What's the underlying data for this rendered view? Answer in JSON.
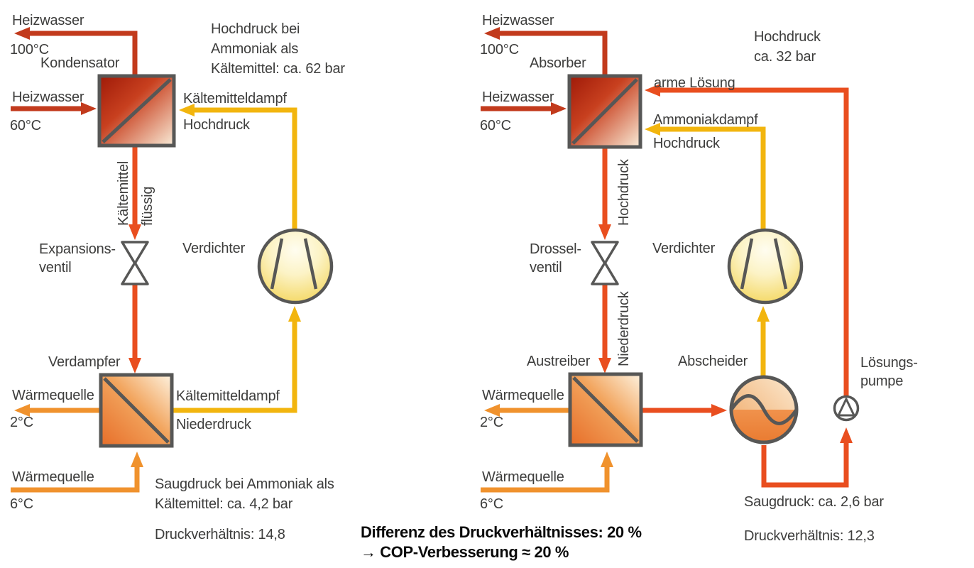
{
  "colors": {
    "heating_water_red": "#c23a1c",
    "refrigerant_red_orange": "#e94e1f",
    "heat_source_orange": "#f0922d",
    "vapor_yellow": "#f2b50e",
    "symbol_gray": "#575756",
    "text_gray": "#3d3d3c"
  },
  "left": {
    "hw_out_label": "Heizwasser",
    "hw_out_temp": "100°C",
    "condenser": "Kondensator",
    "hw_in_label": "Heizwasser",
    "hw_in_temp": "60°C",
    "hp_note_l1": "Hochdruck bei",
    "hp_note_l2": "Ammoniak als",
    "hp_note_l3": "Kältemittel: ca. 62 bar",
    "vapor_hp_l1": "Kältemitteldampf",
    "vapor_hp_l2": "Hochdruck",
    "liquid_v1": "Kältemittel",
    "liquid_v2": "flüssig",
    "valve_l1": "Expansions-",
    "valve_l2": "ventil",
    "compressor": "Verdichter",
    "evaporator": "Verdampfer",
    "hs_out_label": "Wärmequelle",
    "hs_out_temp": "2°C",
    "vapor_lp_l1": "Kältemitteldampf",
    "vapor_lp_l2": "Niederdruck",
    "hs_in_label": "Wärmequelle",
    "hs_in_temp": "6°C",
    "suction_l1": "Saugdruck bei Ammoniak als",
    "suction_l2": "Kältemittel: ca. 4,2 bar",
    "ratio": "Druckverhältnis: 14,8"
  },
  "right": {
    "hw_out_label": "Heizwasser",
    "hw_out_temp": "100°C",
    "absorber": "Absorber",
    "hw_in_label": "Heizwasser",
    "hw_in_temp": "60°C",
    "hp_note_l1": "Hochdruck",
    "hp_note_l2": "ca. 32 bar",
    "poor_solution": "arme Lösung",
    "ammonia_l1": "Ammoniakdampf",
    "ammonia_l2": "Hochdruck",
    "hp_vertical": "Hochdruck",
    "lp_vertical": "Niederdruck",
    "valve_l1": "Drossel-",
    "valve_l2": "ventil",
    "compressor": "Verdichter",
    "generator": "Austreiber",
    "separator": "Abscheider",
    "pump_l1": "Lösungs-",
    "pump_l2": "pumpe",
    "hs_out_label": "Wärmequelle",
    "hs_out_temp": "2°C",
    "hs_in_label": "Wärmequelle",
    "hs_in_temp": "6°C",
    "suction": "Saugdruck: ca. 2,6 bar",
    "ratio": "Druckverhältnis: 12,3"
  },
  "center": {
    "l1": "Differenz des Druckverhältnisses: 20 %",
    "l2": "→ COP-Verbesserung ≈ 20 %"
  }
}
